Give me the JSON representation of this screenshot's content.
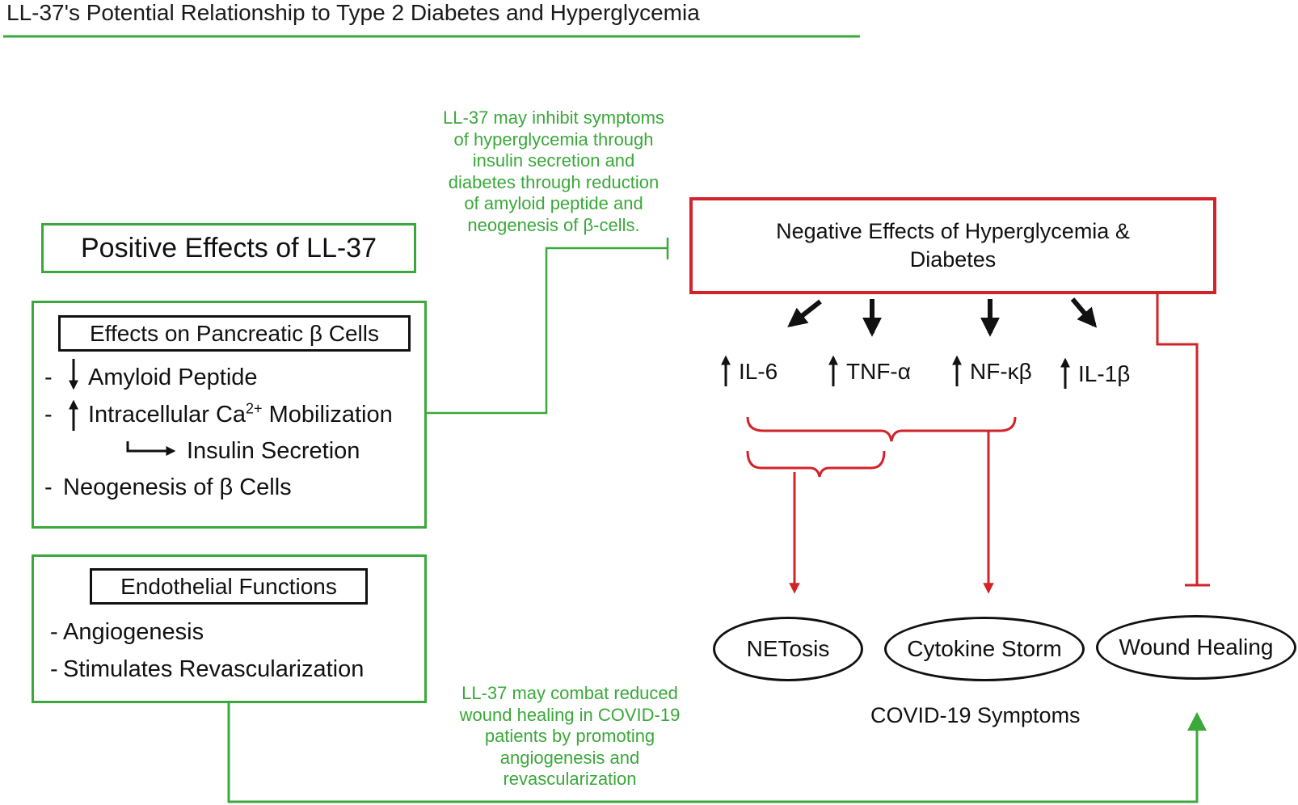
{
  "title": "LL-37's Potential Relationship to Type 2 Diabetes and Hyperglycemia",
  "positive_effects_title": "Positive Effects of LL-37",
  "pancreatic": {
    "title": "Effects on Pancreatic β Cells",
    "amyloid": "Amyloid Peptide",
    "calcium_pre": "Intracellular Ca",
    "calcium_sup": "2+",
    "calcium_post": " Mobilization",
    "insulin": "Insulin Secretion",
    "neogenesis": "Neogenesis of β Cells"
  },
  "endothelial": {
    "title": "Endothelial Functions",
    "angiogenesis": "Angiogenesis",
    "revascularization": "Stimulates Revascularization"
  },
  "note_top": {
    "lines": [
      "LL-37 may inhibit symptoms",
      "of  hyperglycemia through",
      "insulin secretion and",
      "diabetes through reduction",
      "of amyloid peptide and",
      "neogenesis of β-cells."
    ]
  },
  "note_bottom": {
    "lines": [
      "LL-37 may combat reduced",
      "wound healing in COVID-19",
      "patients by promoting",
      "angiogenesis and",
      "revascularization"
    ]
  },
  "negative_effects_title": "Negative Effects of Hyperglycemia & Diabetes",
  "cytokines": {
    "il6": "IL-6",
    "tnf": "TNF-α",
    "nfkb": "NF-κβ",
    "il1b": "IL-1β"
  },
  "symptoms": {
    "netosis": "NETosis",
    "cytokine_storm": "Cytokine Storm",
    "wound_healing": "Wound Healing"
  },
  "covid_label": "COVID-19 Symptoms",
  "dash_symbol": "-",
  "colors": {
    "green": "#3aa83a",
    "red": "#d2232a",
    "black": "#111111"
  }
}
